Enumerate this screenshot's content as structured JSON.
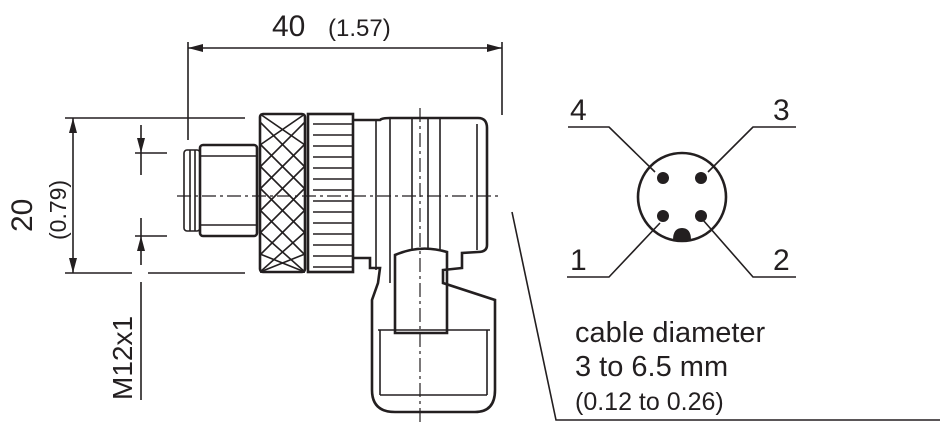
{
  "dimensions": {
    "width_mm": "40",
    "width_in": "(1.57)",
    "height_mm": "20",
    "height_in": "(0.79)",
    "thread": "M12x1"
  },
  "pinout": {
    "pins": [
      "1",
      "2",
      "3",
      "4"
    ]
  },
  "cable": {
    "line1": "cable diameter",
    "line2": "3 to 6.5 mm",
    "line3": "(0.12 to 0.26)"
  },
  "colors": {
    "ink": "#231f20"
  }
}
